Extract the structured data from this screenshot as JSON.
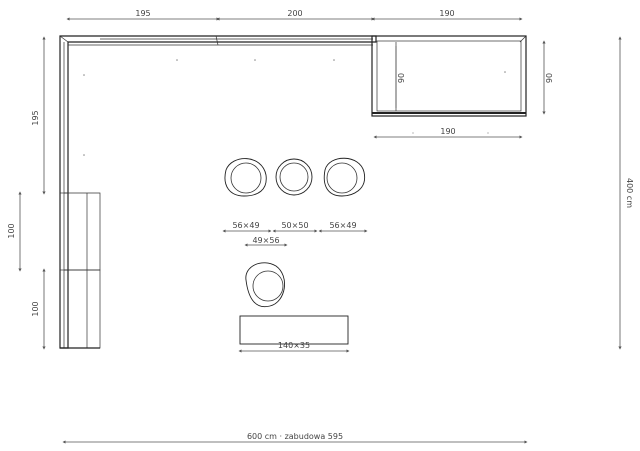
{
  "dimensions": {
    "top_left": "195",
    "top_middle": "200",
    "top_right": "190",
    "left_upper": "195",
    "left_middle": "100",
    "left_lower": "100",
    "right_box_depth_inner": "90",
    "right_box_depth_outer": "90",
    "right_box_width": "190",
    "overall_height": "400 cm",
    "overall_width": "600 cm · zabudowa 595"
  },
  "furniture_labels": {
    "chair_left": "56×49",
    "chair_middle": "50×50",
    "chair_right": "56×49",
    "chair_group": "49×56",
    "table": "140×35"
  }
}
